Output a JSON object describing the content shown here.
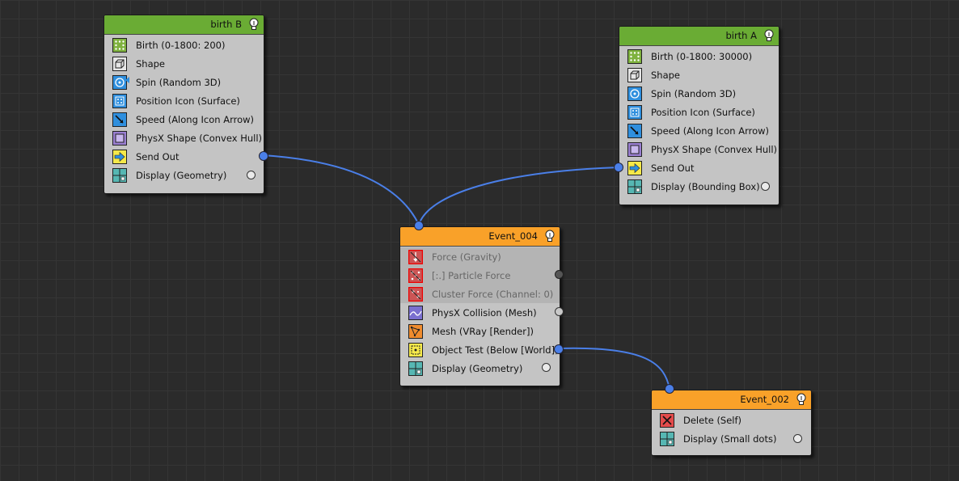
{
  "colors": {
    "birth_header": "#6aac34",
    "event_header": "#f9a129",
    "wire": "#4a7fe8"
  },
  "nodes": {
    "birth_b": {
      "title": "birth B",
      "rows": [
        {
          "label": "Birth (0-1800: 200)",
          "icon": "birth-icon"
        },
        {
          "label": "Shape",
          "icon": "shape-icon"
        },
        {
          "label": "Spin (Random 3D)",
          "icon": "spin-icon"
        },
        {
          "label": "Position Icon (Surface)",
          "icon": "position-icon"
        },
        {
          "label": "Speed (Along Icon Arrow)",
          "icon": "speed-icon"
        },
        {
          "label": "PhysX Shape (Convex Hull)",
          "icon": "physx-shape-icon"
        },
        {
          "label": "Send Out",
          "icon": "send-out-icon"
        },
        {
          "label": "Display (Geometry)",
          "icon": "display-icon"
        }
      ]
    },
    "birth_a": {
      "title": "birth A",
      "rows": [
        {
          "label": "Birth (0-1800: 30000)",
          "icon": "birth-icon"
        },
        {
          "label": "Shape",
          "icon": "shape-icon"
        },
        {
          "label": "Spin (Random 3D)",
          "icon": "spin-icon"
        },
        {
          "label": "Position Icon (Surface)",
          "icon": "position-icon"
        },
        {
          "label": "Speed (Along Icon Arrow)",
          "icon": "speed-icon"
        },
        {
          "label": "PhysX Shape (Convex Hull)",
          "icon": "physx-shape-icon"
        },
        {
          "label": "Send Out",
          "icon": "send-out-icon"
        },
        {
          "label": "Display (Bounding Box)",
          "icon": "display-icon"
        }
      ]
    },
    "event_004": {
      "title": "Event_004",
      "rows": [
        {
          "label": "Force (Gravity)",
          "icon": "force-icon",
          "disabled": true
        },
        {
          "label": "[:.] Particle Force",
          "icon": "particle-force-icon",
          "disabled": true
        },
        {
          "label": "Cluster Force (Channel: 0)",
          "icon": "cluster-force-icon",
          "disabled": true
        },
        {
          "label": "PhysX Collision (Mesh)",
          "icon": "physx-collision-icon"
        },
        {
          "label": "Mesh (VRay [Render])",
          "icon": "mesh-icon"
        },
        {
          "label": "Object Test (Below [World])",
          "icon": "object-test-icon"
        },
        {
          "label": "Display (Geometry)",
          "icon": "display-icon"
        }
      ]
    },
    "event_002": {
      "title": "Event_002",
      "rows": [
        {
          "label": "Delete (Self)",
          "icon": "delete-icon"
        },
        {
          "label": "Display (Small dots)",
          "icon": "display-icon"
        }
      ]
    }
  }
}
